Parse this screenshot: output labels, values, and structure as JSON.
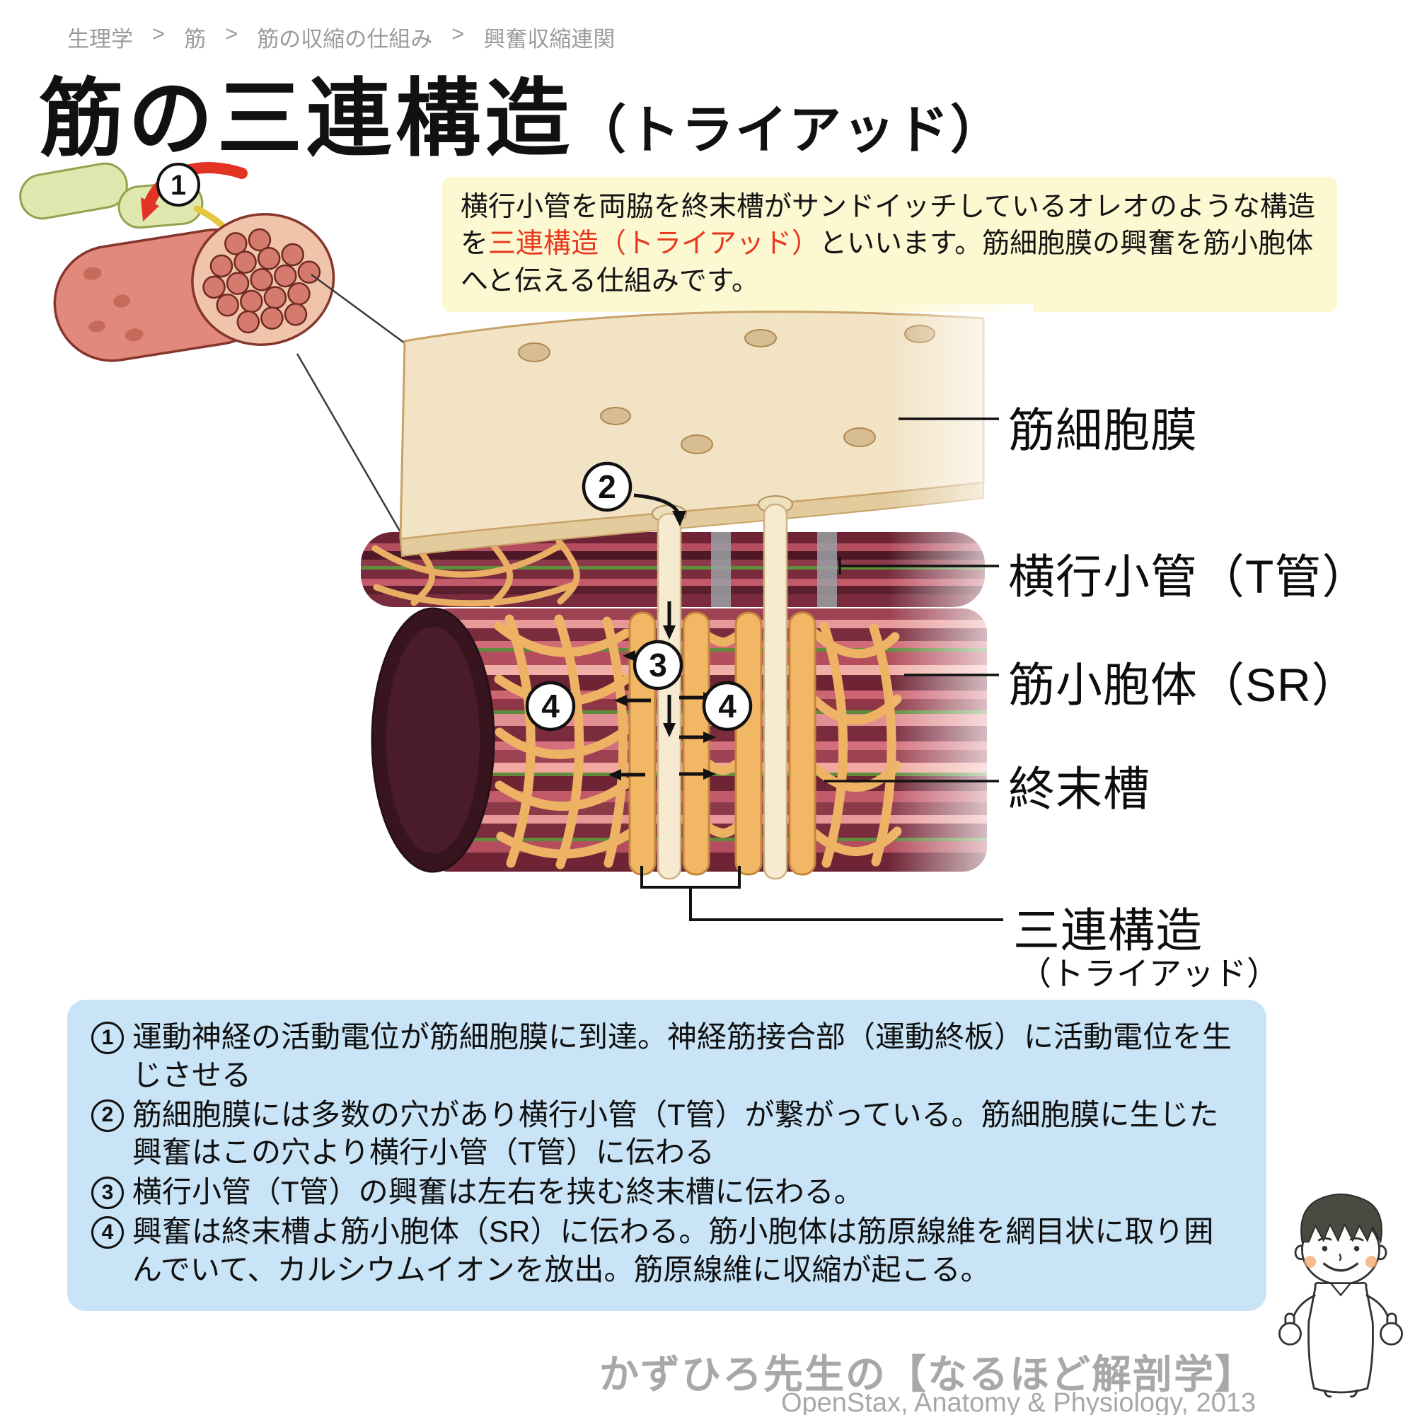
{
  "breadcrumb": {
    "separator": ">",
    "items": [
      "生理学",
      "筋",
      "筋の収縮の仕組み",
      "興奮収縮連関"
    ]
  },
  "title": {
    "main": "筋の三連構造",
    "sub": "（トライアッド）"
  },
  "intro_box": {
    "text_before": "横行小管を両脇を終末槽がサンドイッチしているオレオのような構造を",
    "text_highlight": "三連構造（トライアッド）",
    "text_after": "といいます。筋細胞膜の興奮を筋小胞体へと伝える仕組みです。"
  },
  "diagram": {
    "markers": {
      "m1": "1",
      "m2": "2",
      "m3": "3",
      "m4": "4"
    },
    "labels": {
      "sarcolemma": "筋細胞膜",
      "t_tubule": "横行小管（T管）",
      "sr": "筋小胞体（SR）",
      "terminal_cisterna": "終末槽",
      "triad": "三連構造",
      "triad_sub": "（トライアッド）"
    }
  },
  "explanation_box": {
    "items": [
      {
        "num": "1",
        "text": "運動神経の活動電位が筋細胞膜に到達。神経筋接合部（運動終板）に活動電位を生じさせる"
      },
      {
        "num": "2",
        "text": "筋細胞膜には多数の穴があり横行小管（T管）が繋がっている。筋細胞膜に生じた興奮はこの穴より横行小管（T管）に伝わる"
      },
      {
        "num": "3",
        "text": "横行小管（T管）の興奮は左右を挟む終末槽に伝わる。"
      },
      {
        "num": "4",
        "text": "興奮は終末槽よ筋小胞体（SR）に伝わる。筋小胞体は筋原線維を網目状に取り囲んでいて、カルシウムイオンを放出。筋原線維に収縮が起こる。"
      }
    ]
  },
  "footer": {
    "brand": "かずひろ先生の【なるほど解剖学】",
    "source": "OpenStax, Anatomy & Physiology, 2013"
  },
  "colors": {
    "highlight_red": "#e8391e",
    "intro_bg": "#fcf8d2",
    "explanation_bg": "#c9e4f6",
    "breadcrumb_gray": "#9b9b9b",
    "footer_gray": "#a8a8a8",
    "sr_orange": "#edb264",
    "sheet_cream": "#f2e3c5",
    "fiber_dark_red": "#6e2434"
  }
}
